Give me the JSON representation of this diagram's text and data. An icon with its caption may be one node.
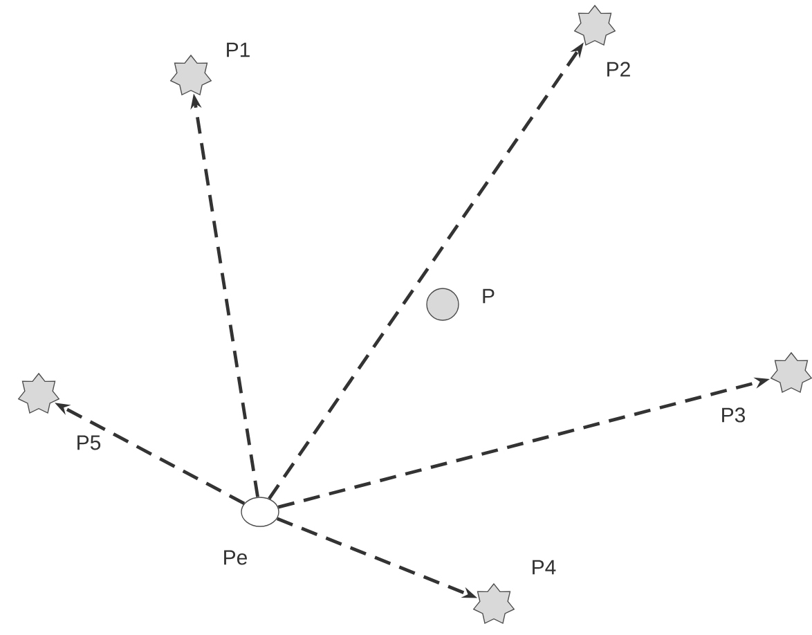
{
  "diagram": {
    "nodes": [
      {
        "text": [],
        "shape": "star",
        "beside": [
          "P1"
        ]
      },
      {
        "text": [],
        "shape": "star",
        "beside": [
          "P2"
        ]
      },
      {
        "text": [],
        "shape": "circle",
        "beside": [
          "P"
        ]
      },
      {
        "text": [],
        "shape": "star",
        "beside": [
          "P5"
        ]
      },
      {
        "text": [],
        "shape": "star",
        "beside": [
          "P3"
        ]
      },
      {
        "text": [],
        "shape": "ellipse",
        "beside": [
          "Pe"
        ]
      },
      {
        "text": [],
        "shape": "star",
        "beside": [
          "P4"
        ]
      }
    ],
    "edges": [
      {
        "from": 5,
        "to": 0,
        "arrow": "to",
        "style": "dashed"
      },
      {
        "from": 5,
        "to": 1,
        "arrow": "to",
        "style": "dashed"
      },
      {
        "from": 5,
        "to": 4,
        "arrow": "to",
        "style": "dashed"
      },
      {
        "from": 5,
        "to": 6,
        "arrow": "to",
        "style": "dashed"
      },
      {
        "from": 5,
        "to": 3,
        "arrow": "to",
        "style": "dashed"
      }
    ]
  }
}
